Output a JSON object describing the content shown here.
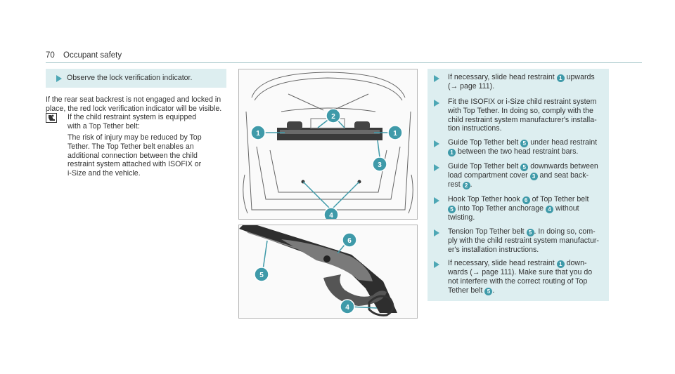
{
  "header": {
    "page_number": "70",
    "section_title": "Occupant safety"
  },
  "left_note": {
    "text": "Observe the lock verification indicator."
  },
  "left_body": {
    "paragraph": "If the rear seat backrest is not engaged and locked in place, the red lock verification indicator will be visible.",
    "warning_title_1": "If the child restraint system is equipped",
    "warning_title_2": "with a Top Tether belt:",
    "warning_text_1": "The risk of injury may be reduced by Top",
    "warning_text_2": "Tether. The Top Tether belt enables an",
    "warning_text_3": "additional connection between the child",
    "warning_text_4": "restraint system attached with ISOFIX or",
    "warning_text_5": "i-Size and the vehicle."
  },
  "figure_top": {
    "callouts": [
      "1",
      "2",
      "1",
      "3",
      "4"
    ]
  },
  "figure_bottom": {
    "callouts": [
      "6",
      "5",
      "4"
    ]
  },
  "steps": [
    {
      "l1": "If necessary, slide head restraint",
      "n1": "1",
      "l1b": "upwards",
      "l2": "(→ page 111)."
    },
    {
      "l1": "Fit the ISOFIX or i-Size child restraint system",
      "l2": "with Top Tether. In doing so, comply with the",
      "l3": "child restraint system manufacturer's installa-",
      "l4": "tion instructions."
    },
    {
      "l1": "Guide Top Tether belt",
      "n1": "5",
      "l1b": "under head restraint",
      "n2": "1",
      "l2": "between the two head restraint bars."
    },
    {
      "l1": "Guide Top Tether belt",
      "n1": "5",
      "l1b": "downwards between",
      "l2a": "load compartment cover",
      "n2": "3",
      "l2b": "and seat back-",
      "l3a": "rest",
      "n3": "2",
      "l3b": "."
    },
    {
      "l1": "Hook Top Tether hook",
      "n1": "6",
      "l1b": "of Top Tether belt",
      "n2": "5",
      "l2": "into Top Tether anchorage",
      "n3": "4",
      "l2b": "without",
      "l3": "twisting."
    },
    {
      "l1": "Tension Top Tether belt",
      "n1": "5",
      "l1b": ". In doing so, com-",
      "l2": "ply with the child restraint system manufactur-",
      "l3": "er's installation instructions."
    },
    {
      "l1": "If necessary, slide head restraint",
      "n1": "1",
      "l1b": "down-",
      "l2": "wards (→ page 111). Make sure that you do",
      "l3": "not interfere with the correct routing of Top",
      "l4a": "Tether belt",
      "n2": "5",
      "l4b": "."
    }
  ],
  "colors": {
    "accent": "#3f9aa9",
    "panel": "#ddeef0",
    "rule": "#9bc0c4"
  }
}
